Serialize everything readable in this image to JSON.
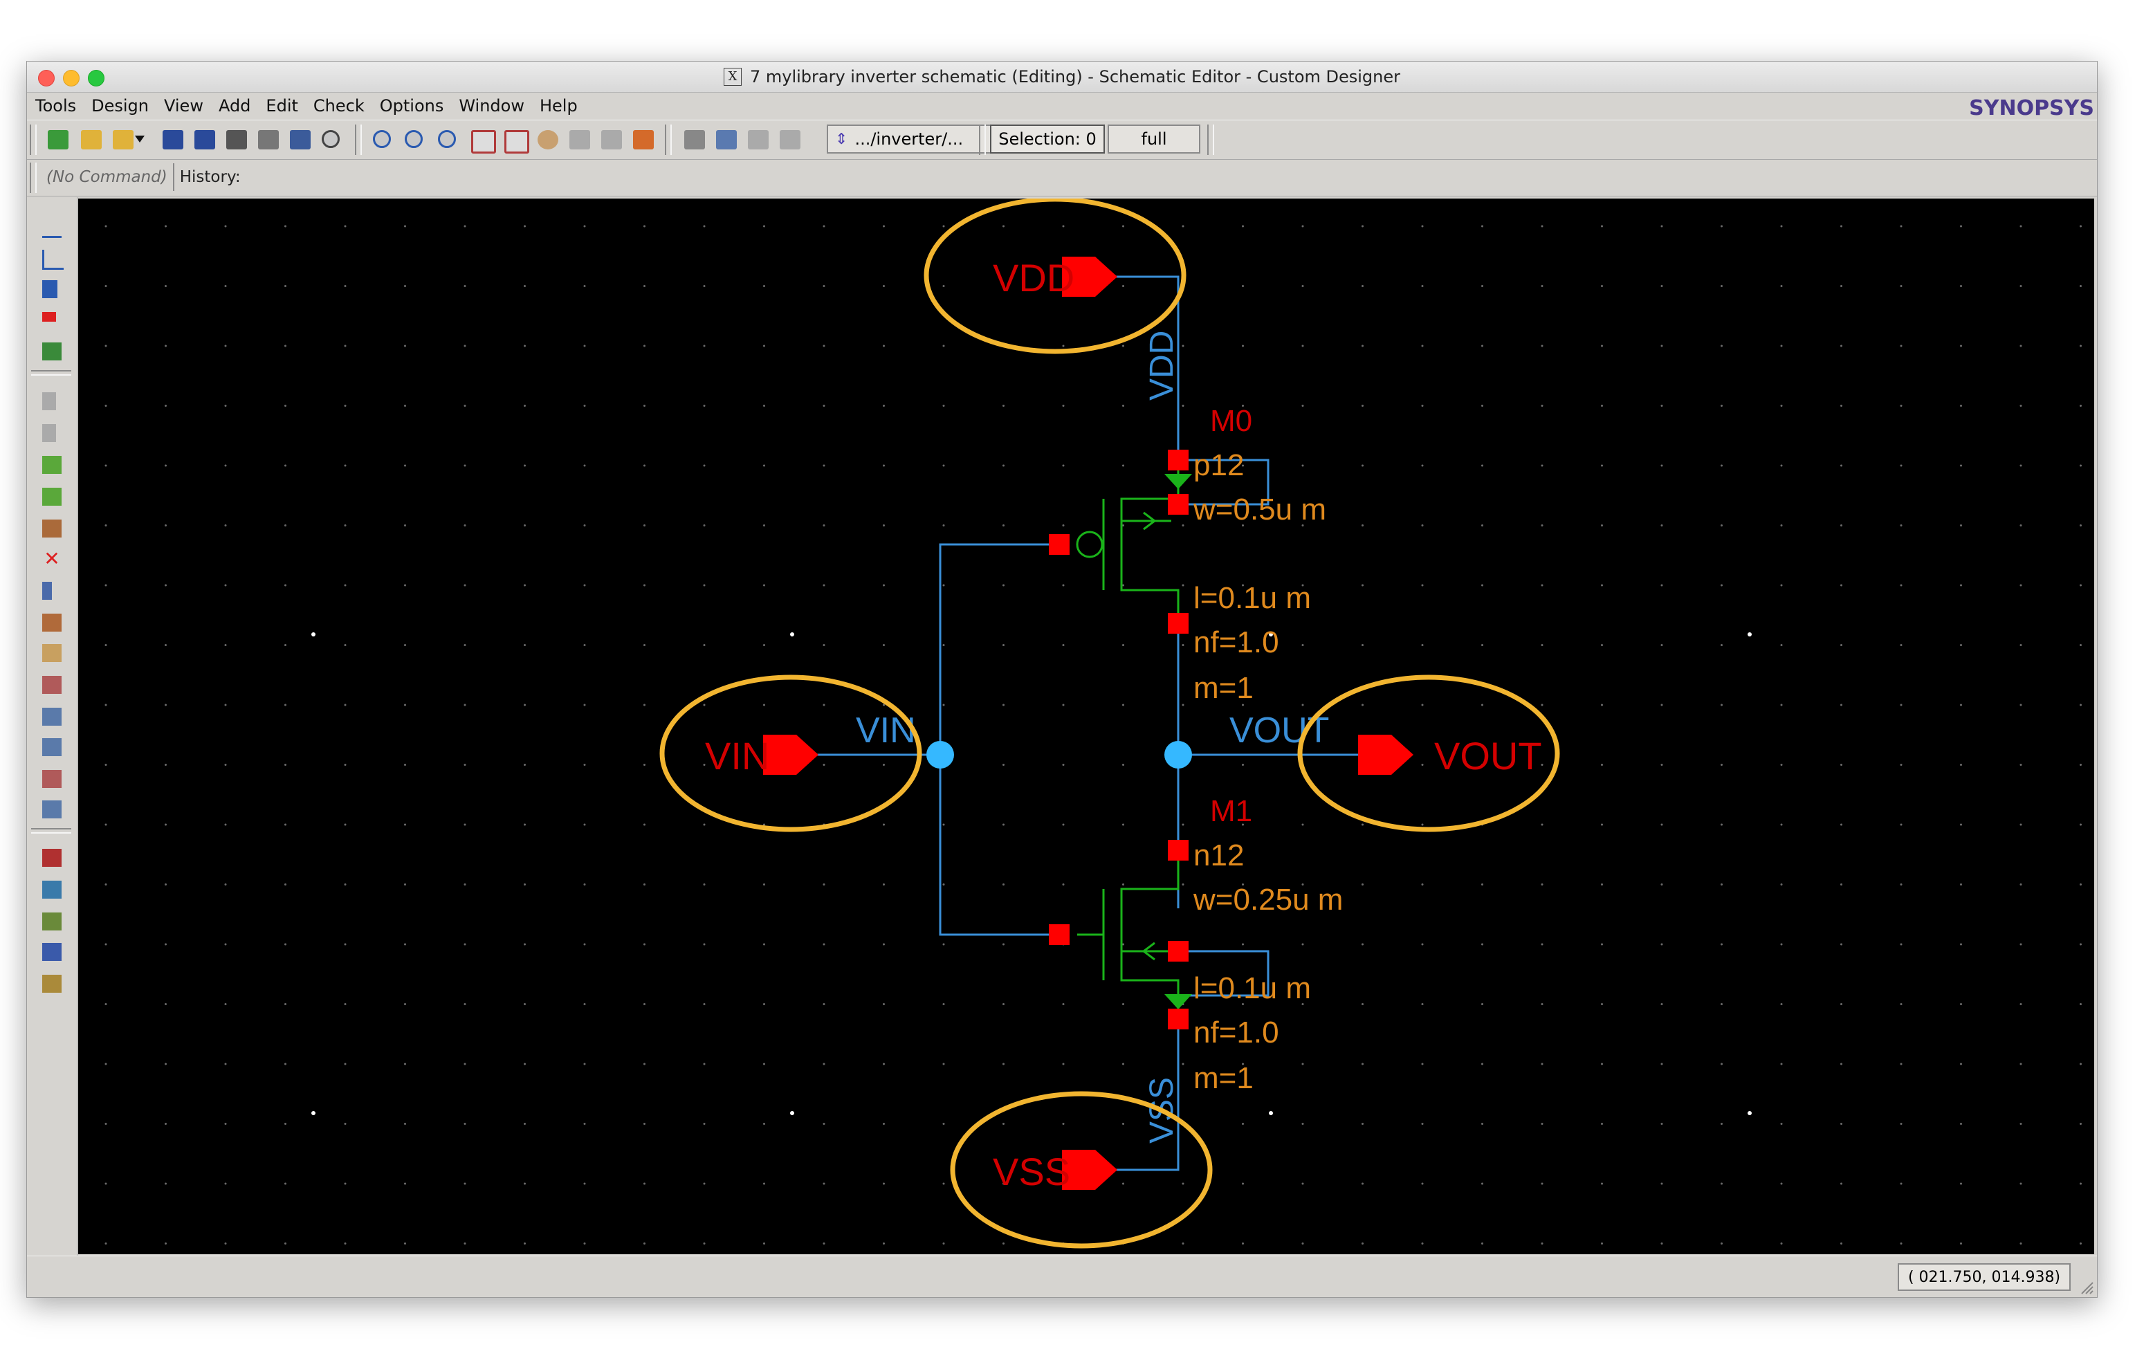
{
  "window": {
    "title": "7 mylibrary inverter schematic (Editing) - Schematic Editor - Custom Designer",
    "brand": "SYNOPSYS"
  },
  "menu": {
    "items": [
      "Tools",
      "Design",
      "View",
      "Add",
      "Edit",
      "Check",
      "Options",
      "Window",
      "Help"
    ]
  },
  "toolbar": {
    "path_label": ".../inverter/...",
    "selection_label": "Selection: 0",
    "full_label": "full"
  },
  "command_bar": {
    "status": "(No Command)",
    "history_label": "History:"
  },
  "schematic": {
    "pins": {
      "vdd": "VDD",
      "vin": "VIN",
      "vout": "VOUT",
      "vss": "VSS"
    },
    "nets": {
      "vdd": "VDD",
      "vin": "VIN",
      "vout": "VOUT",
      "vss": "VSS"
    },
    "m0": {
      "name": "M0",
      "model": "p12",
      "w": "w=0.5u m",
      "l": "l=0.1u m",
      "nf": "nf=1.0",
      "m": "m=1"
    },
    "m1": {
      "name": "M1",
      "model": "n12",
      "w": "w=0.25u m",
      "l": "l=0.1u m",
      "nf": "nf=1.0",
      "m": "m=1"
    },
    "colors": {
      "background": "#000000",
      "wire": "#3a8fd8",
      "pin": "#ff0000",
      "instance_label": "#d40000",
      "param_label": "#e08a1e",
      "device": "#1ab31a",
      "junction": "#35b8ff",
      "highlight": "#f2b530"
    }
  },
  "status": {
    "coordinates": "( 021.750,  014.938)"
  }
}
